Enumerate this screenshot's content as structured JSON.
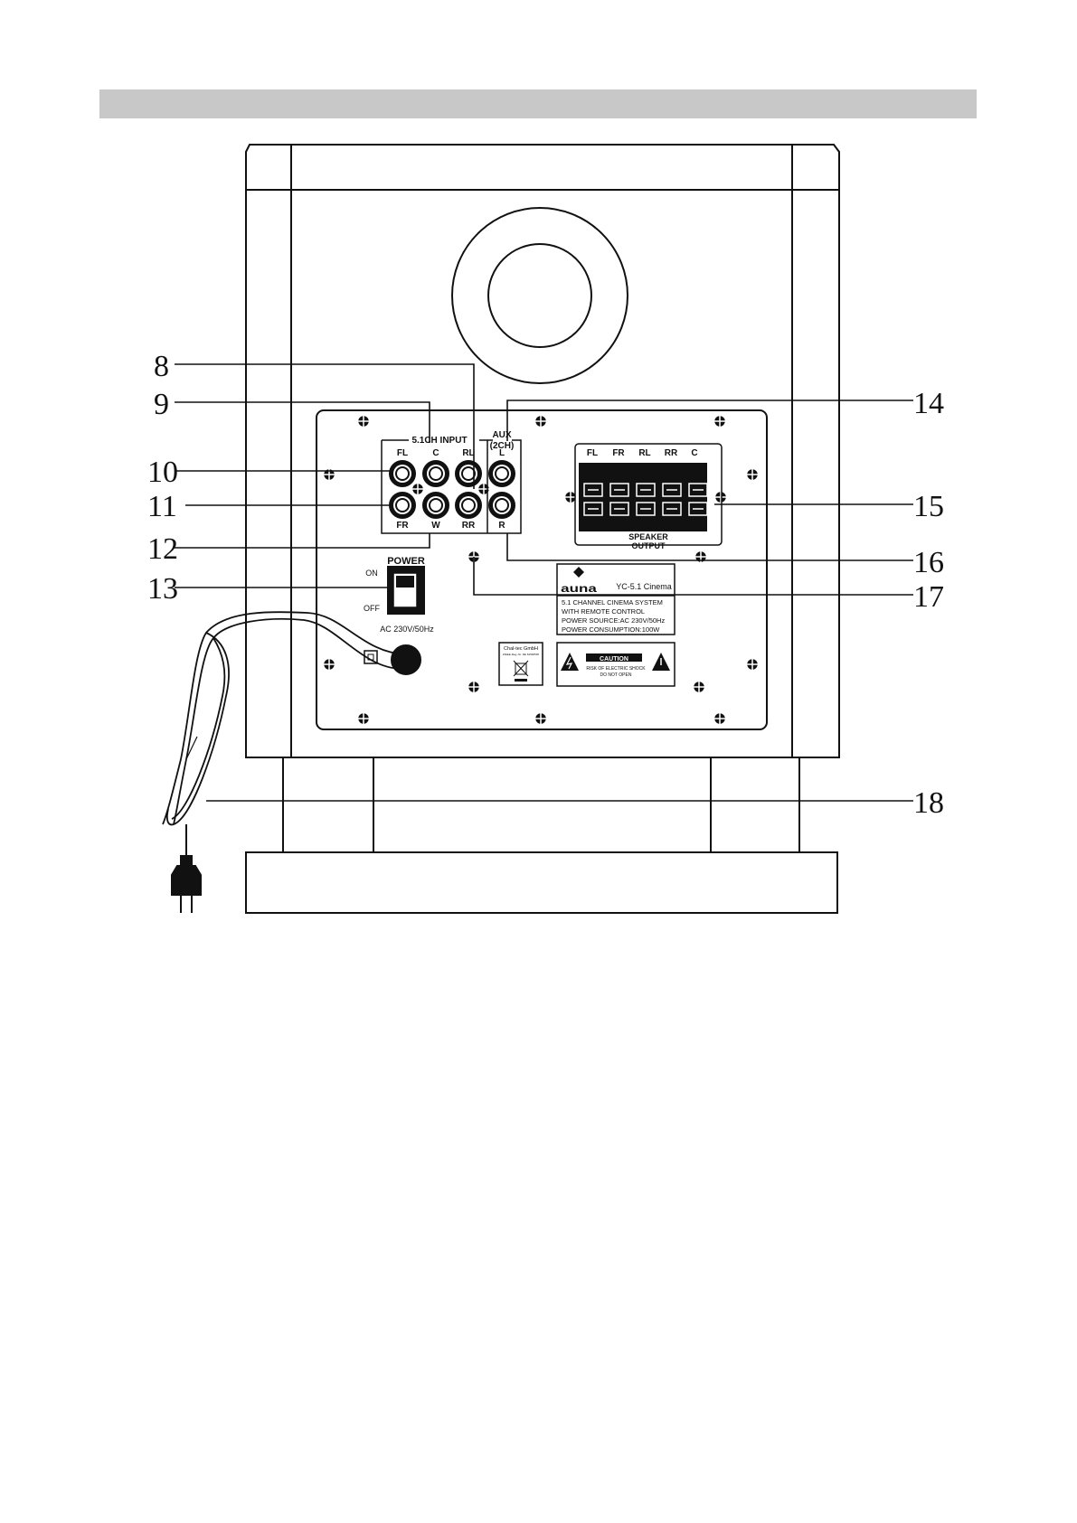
{
  "callouts": [
    "8",
    "9",
    "10",
    "11",
    "12",
    "13",
    "14",
    "15",
    "16",
    "17",
    "18"
  ],
  "input_panel": {
    "title": "5.1CH INPUT",
    "aux_title_1": "AUX",
    "aux_title_2": "(2CH)",
    "top_labels": [
      "FL",
      "C",
      "RL",
      "L"
    ],
    "bottom_labels": [
      "FR",
      "W",
      "RR",
      "R"
    ]
  },
  "speaker_output": {
    "channels": [
      "FL",
      "FR",
      "RL",
      "RR",
      "C"
    ],
    "label_1": "SPEAKER",
    "label_2": "OUTPUT"
  },
  "power": {
    "title": "POWER",
    "on": "ON",
    "off": "OFF",
    "rating": "AC 230V/50Hz"
  },
  "rating_label": {
    "brand": "auna",
    "model": "YC-5.1 Cinema",
    "line1": "5.1 CHANNEL CINEMA SYSTEM",
    "line2": "WITH REMOTE CONTROL",
    "line3": "POWER SOURCE:AC 230V/50Hz",
    "line4": "POWER CONSUMPTION:100W"
  },
  "caution_label": {
    "title": "CAUTION",
    "line1": "RISK OF ELECTRIC SHOCK",
    "line2": "DO NOT OPEN"
  },
  "disposal_label": {
    "title": "Chal-tec GmbH",
    "subtitle": "WEEE-Reg.-Nr. DE 64548535"
  }
}
